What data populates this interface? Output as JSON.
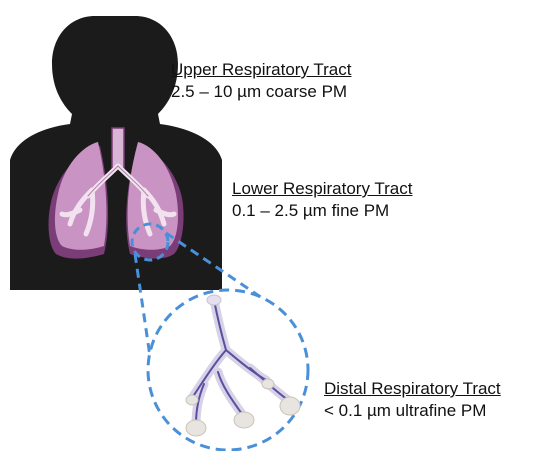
{
  "labels": {
    "upper": {
      "heading": "Upper Respiratory Tract",
      "range": "2.5 – 10 µm coarse PM"
    },
    "lower": {
      "heading": "Lower Respiratory Tract",
      "range": "0.1 – 2.5 µm fine PM"
    },
    "distal": {
      "heading": "Distal Respiratory Tract",
      "range": "< 0.1 µm ultrafine PM"
    }
  },
  "colors": {
    "silhouette": "#1b1b1b",
    "lung_fill": "#c993c4",
    "lung_shadow": "#7a3d78",
    "airway": "#e9d0e6",
    "zoom_dash": "#4a90d9",
    "bronchiole": "#5a4fa0",
    "alveolus": "#e8e4df",
    "text": "#111111"
  },
  "icons": {
    "figure": "human-silhouette-icon",
    "organ": "lungs-icon",
    "detail": "bronchiole-tree-icon"
  }
}
